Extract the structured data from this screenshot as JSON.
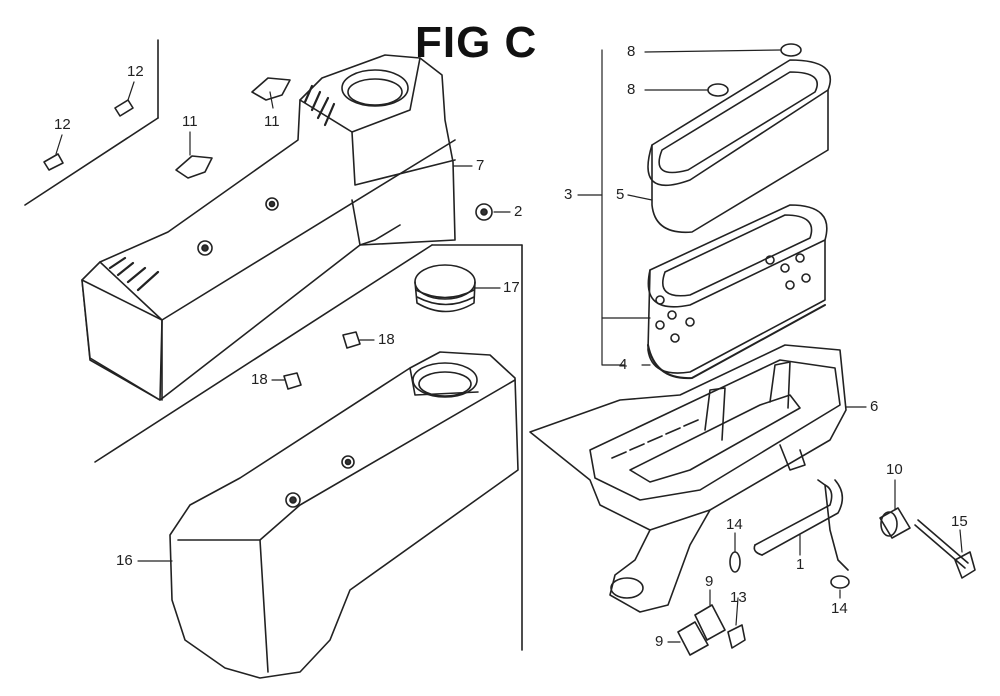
{
  "figure": {
    "title": "FIG C",
    "callouts": {
      "c1": "1",
      "c2": "2",
      "c3": "3",
      "c4": "4",
      "c5": "5",
      "c6": "6",
      "c7": "7",
      "c8a": "8",
      "c8b": "8",
      "c9a": "9",
      "c9b": "9",
      "c10": "10",
      "c11a": "11",
      "c11b": "11",
      "c12a": "12",
      "c12b": "12",
      "c13": "13",
      "c14a": "14",
      "c14b": "14",
      "c15": "15",
      "c16": "16",
      "c17": "17",
      "c18a": "18",
      "c18b": "18"
    }
  }
}
